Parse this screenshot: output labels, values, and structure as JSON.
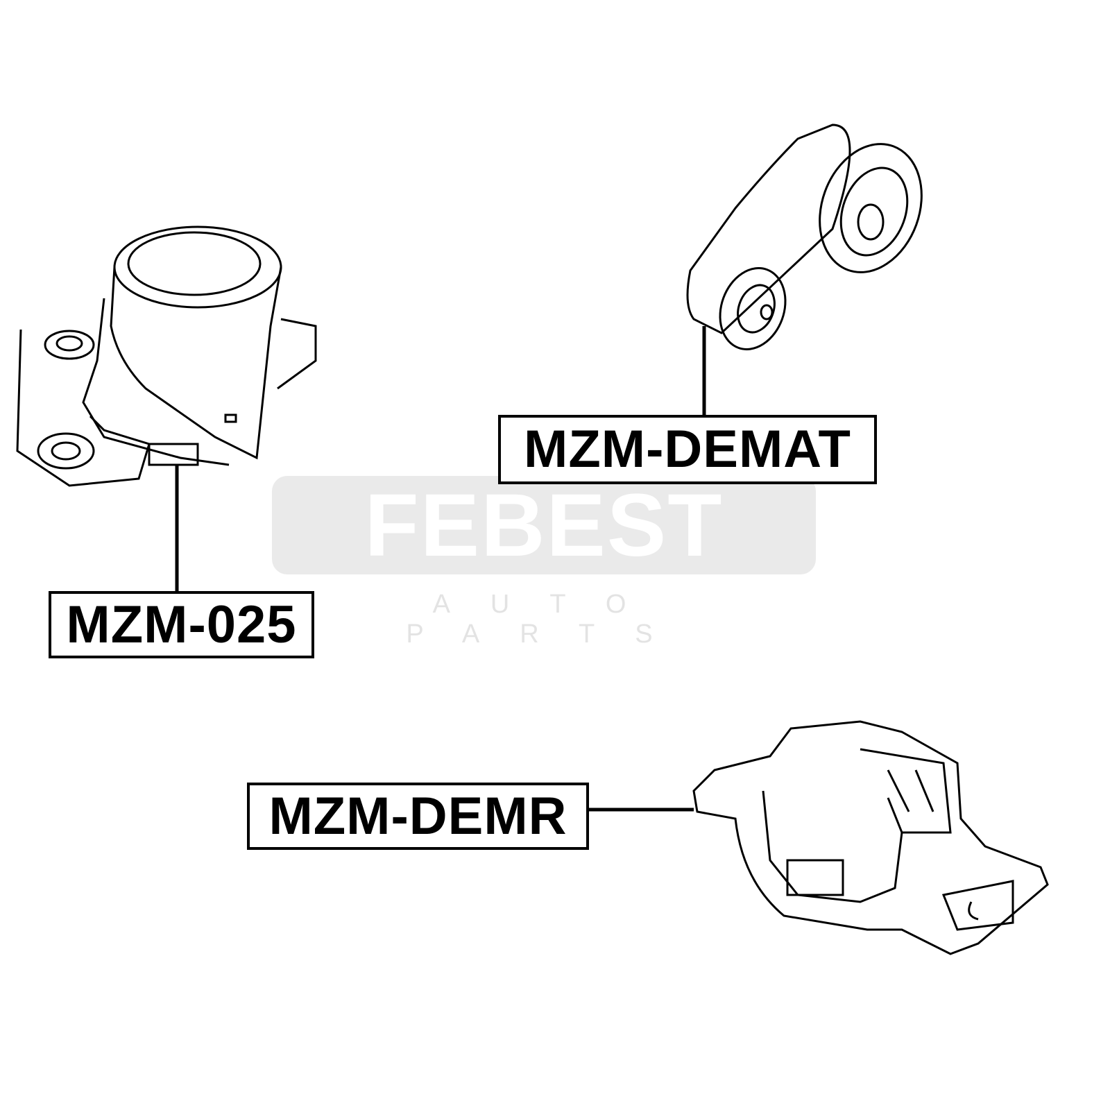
{
  "watermark": {
    "brand": "FEBEST",
    "tagline": "AUTO PARTS"
  },
  "parts": [
    {
      "label": "MZM-DEMAT"
    },
    {
      "label": "MZM-025"
    },
    {
      "label": "MZM-DEMR"
    }
  ]
}
